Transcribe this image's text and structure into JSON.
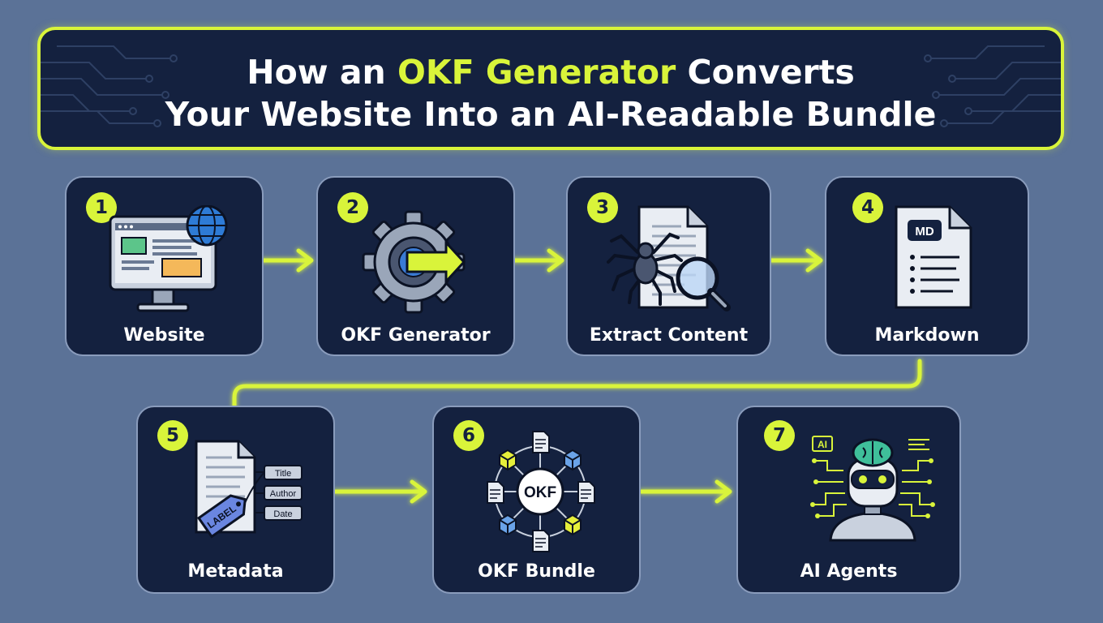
{
  "title": {
    "line1_pre": "How an ",
    "line1_highlight": "OKF Generator",
    "line1_post": " Converts",
    "line2": "Your Website Into an AI-Readable Bundle"
  },
  "steps": [
    {
      "number": "1",
      "label": "Website",
      "icon": "monitor-globe-icon"
    },
    {
      "number": "2",
      "label": "OKF Generator",
      "icon": "gear-arrow-icon"
    },
    {
      "number": "3",
      "label": "Extract Content",
      "icon": "spider-magnifier-icon"
    },
    {
      "number": "4",
      "label": "Markdown",
      "icon": "markdown-file-icon"
    },
    {
      "number": "5",
      "label": "Metadata",
      "icon": "tagged-document-icon"
    },
    {
      "number": "6",
      "label": "OKF Bundle",
      "icon": "bundle-network-icon"
    },
    {
      "number": "7",
      "label": "AI Agents",
      "icon": "ai-robot-icon"
    }
  ],
  "icon_text": {
    "md": "MD",
    "tag": "LABEL",
    "meta_title": "Title",
    "meta_author": "Author",
    "meta_date": "Date",
    "okf": "OKF",
    "ai": "AI"
  },
  "colors": {
    "background": "#5b7297",
    "card": "#14213f",
    "accent": "#d9f43a",
    "text": "#ffffff"
  }
}
